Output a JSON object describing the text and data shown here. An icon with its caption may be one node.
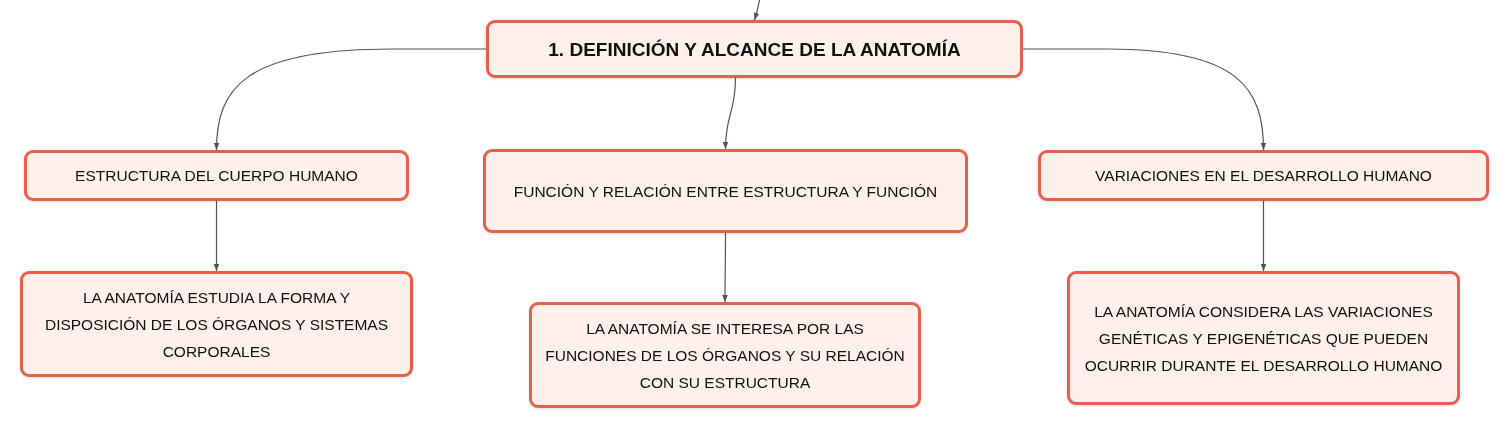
{
  "diagram": {
    "nodes": [
      {
        "text": [
          "1. DEFINICIÓN Y ALCANCE DE LA ANATOMÍA"
        ]
      },
      {
        "text": [
          "ESTRUCTURA DEL CUERPO HUMANO"
        ]
      },
      {
        "text": [
          "FUNCIÓN Y RELACIÓN ENTRE ESTRUCTURA Y FUNCIÓN"
        ]
      },
      {
        "text": [
          "VARIACIONES EN EL DESARROLLO HUMANO"
        ]
      },
      {
        "text": [
          "LA ANATOMÍA ESTUDIA LA FORMA Y DISPOSICIÓN DE LOS ÓRGANOS Y SISTEMAS CORPORALES"
        ]
      },
      {
        "text": [
          "LA ANATOMÍA SE INTERESA POR LAS FUNCIONES DE LOS ÓRGANOS Y SU RELACIÓN CON SU ESTRUCTURA"
        ]
      },
      {
        "text": [
          "LA ANATOMÍA CONSIDERA LAS VARIACIONES GENÉTICAS Y EPIGENÉTICAS QUE PUEDEN OCURRIR DURANTE EL DESARROLLO HUMANO"
        ]
      }
    ],
    "edges": [
      {
        "from": null,
        "to": 0,
        "arrow": "to"
      },
      {
        "from": 0,
        "to": 1,
        "arrow": "to"
      },
      {
        "from": 0,
        "to": 2,
        "arrow": "to"
      },
      {
        "from": 0,
        "to": 3,
        "arrow": "to"
      },
      {
        "from": 1,
        "to": 4,
        "arrow": "to"
      },
      {
        "from": 2,
        "to": 5,
        "arrow": "to"
      },
      {
        "from": 3,
        "to": 6,
        "arrow": "to"
      }
    ]
  }
}
